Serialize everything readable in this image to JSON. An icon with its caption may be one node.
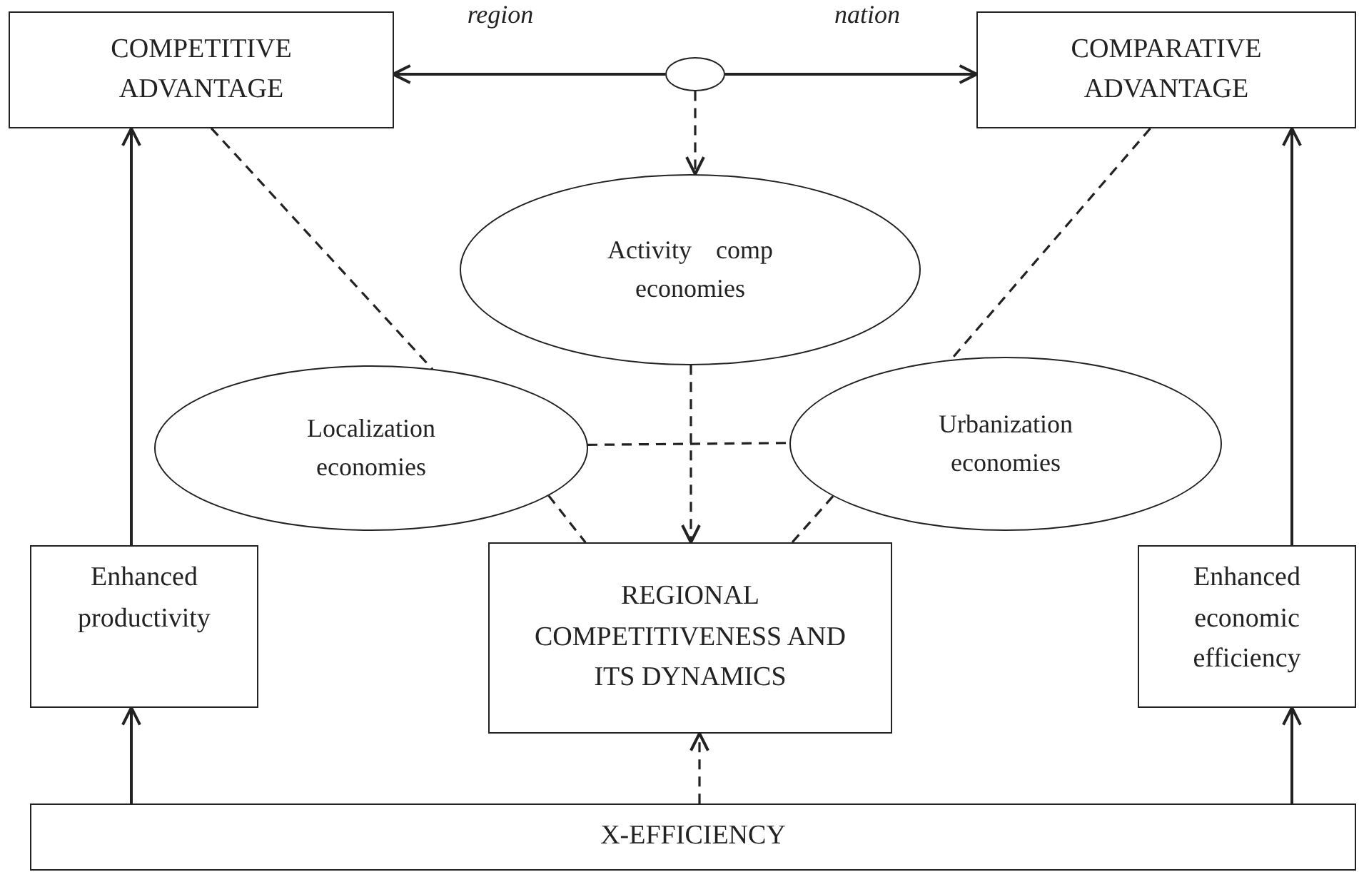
{
  "diagram": {
    "nodes": [
      {
        "text": [
          "COMPETITIVE ADVANTAGE"
        ]
      },
      {
        "text": [],
        "shape": "circle"
      },
      {
        "text": [
          "COMPARATIVE ADVANTAGE"
        ]
      },
      {
        "text": [
          "Activity  comp economies"
        ]
      },
      {
        "text": [
          "Localization economies"
        ]
      },
      {
        "text": [
          "Urbanization economies"
        ]
      },
      {
        "text": [
          "Enhanced productivity"
        ]
      },
      {
        "text": [
          "REGIONAL COMPETITIVENESS AND ITS DYNAMICS"
        ]
      },
      {
        "text": [
          "Enhanced economic efficiency"
        ]
      },
      {
        "text": [
          "X-EFFICIENCY"
        ]
      }
    ],
    "edges": [
      {
        "from": 1,
        "to": 0,
        "arrow": "to",
        "label": "region"
      },
      {
        "from": 1,
        "to": 2,
        "arrow": "to",
        "label": "nation"
      },
      {
        "from": 1,
        "to": 3,
        "arrow": "to",
        "style": "dashed"
      },
      {
        "from": 3,
        "to": 7,
        "arrow": "to",
        "style": "dashed"
      },
      {
        "from": 9,
        "to": 7,
        "arrow": "to",
        "style": "dashed"
      },
      {
        "from": 9,
        "to": 6,
        "arrow": "to"
      },
      {
        "from": 6,
        "to": 0,
        "arrow": "to"
      },
      {
        "from": 9,
        "to": 8,
        "arrow": "to"
      },
      {
        "from": 8,
        "to": 2,
        "arrow": "to"
      },
      {
        "from": 0,
        "to": 4,
        "arrow": "none",
        "style": "dashed"
      },
      {
        "from": 2,
        "to": 5,
        "arrow": "none",
        "style": "dashed"
      },
      {
        "from": 4,
        "to": 5,
        "arrow": "none",
        "style": "dashed"
      },
      {
        "from": 4,
        "to": 7,
        "arrow": "none",
        "style": "dashed"
      },
      {
        "from": 5,
        "to": 7,
        "arrow": "none",
        "style": "dashed"
      }
    ]
  }
}
